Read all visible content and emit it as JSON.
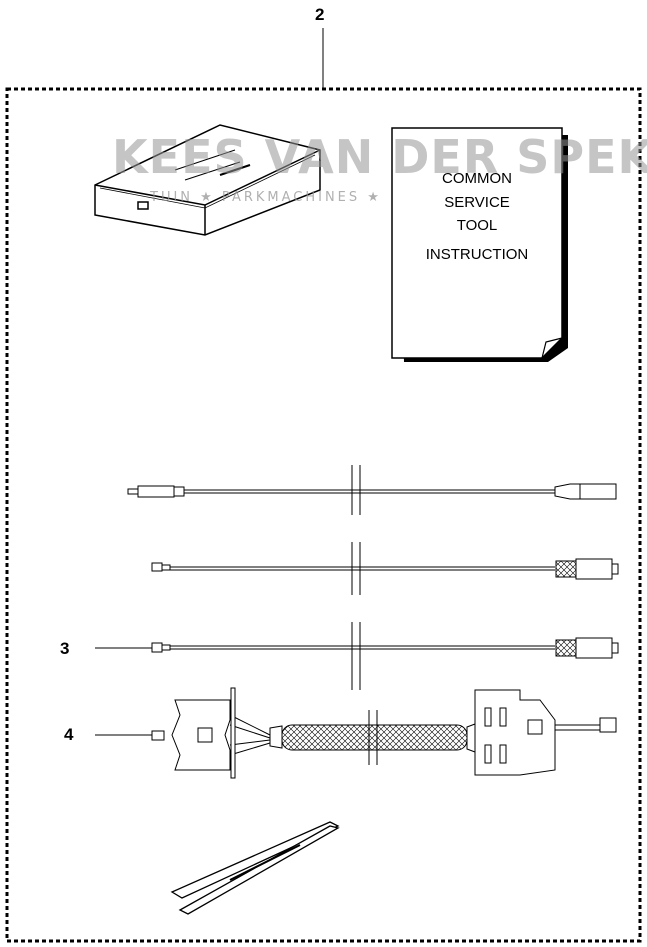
{
  "callouts": {
    "kit": "2",
    "cable_3": "3",
    "cable_4": "4"
  },
  "manual": {
    "line1": "COMMON",
    "line2": "SERVICE",
    "line3": "TOOL",
    "line4": "INSTRUCTION"
  },
  "watermark": {
    "brand": "KEES VAN DER SPEK",
    "tagline": "TUIN ★ PARKMACHINES ★"
  },
  "colors": {
    "line": "#000000",
    "background": "#ffffff",
    "watermark": "#a0a0a0"
  }
}
